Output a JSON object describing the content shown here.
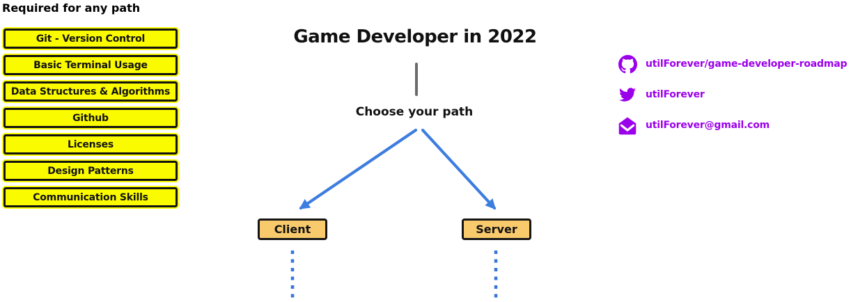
{
  "left_panel": {
    "heading": "Required for any path",
    "items": [
      "Git - Version Control",
      "Basic Terminal Usage",
      "Data Structures & Algorithms",
      "Github",
      "Licenses",
      "Design Patterns",
      "Communication Skills"
    ]
  },
  "center": {
    "title": "Game Developer in 2022",
    "prompt": "Choose your path",
    "nodes": [
      {
        "label": "Client"
      },
      {
        "label": "Server"
      }
    ]
  },
  "links": [
    {
      "icon": "github-icon",
      "label": "utilForever/game-developer-roadmap"
    },
    {
      "icon": "twitter-icon",
      "label": "utilForever"
    },
    {
      "icon": "envelope-icon",
      "label": "utilForever@gmail.com"
    }
  ],
  "colors": {
    "accent_purple": "#9B00EA",
    "arrow_blue": "#3D7DE0",
    "dotted_blue": "#3674DC",
    "box_yellow": "#FBFB00",
    "node_orange": "#F8CA6C",
    "stem_gray": "#6B6B6B",
    "border_black": "#121212",
    "background": "#FFFFFF"
  }
}
